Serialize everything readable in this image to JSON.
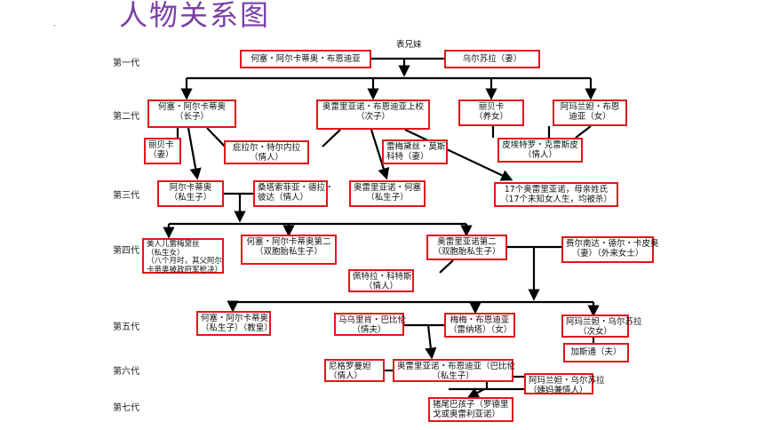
{
  "title": "人物关系图",
  "marker": ".",
  "top_note": "表兄妹",
  "generations": [
    "第一代",
    "第二代",
    "第三代",
    "第四代",
    "第五代",
    "第六代",
    "第七代"
  ],
  "people": {
    "g1_jose": [
      "何塞・阿尔卡蒂奥・布恩迪亚"
    ],
    "g1_ursula": [
      "乌尔苏拉（妻）"
    ],
    "g2_jose_arcadio": [
      "何塞・阿尔卡蒂奥",
      "（长子）"
    ],
    "g2_aureliano": [
      "奥雷里亚诺・布恩迪亚上校",
      "（次子）"
    ],
    "g2_rebeca": [
      "丽贝卡",
      "（养女）"
    ],
    "g2_amaranta": [
      "阿玛兰妲・布恩",
      "迪亚（女）"
    ],
    "g2_rebeca_wife": [
      "丽贝卡",
      "（妻）"
    ],
    "g2_pilar": [
      "庇拉尔・特尔内拉",
      "（情人）"
    ],
    "g2_remedios": [
      "雷梅黛丝・莫斯",
      "科特（妻）"
    ],
    "g2_pietro": [
      "皮埃特罗・克雷斯皮",
      "（情人）"
    ],
    "g3_arcadio": [
      "阿尔卡蒂奥",
      "（私生子）"
    ],
    "g3_santa_sofia": [
      "桑塔索菲亚・德拉・",
      "彼达（情人）"
    ],
    "g3_aureliano_jose": [
      "奥雷里亚诺・何塞",
      "（私生子）"
    ],
    "g3_17": [
      "17个奥雷里亚诺，母亲姓氏",
      "（17个未知女人生，均被杀）"
    ],
    "g4_remedios": [
      "美人儿雷梅黛丝",
      "（私生女）",
      "（八个月时，其父阿尔",
      "卡蒂奥被政府军枪决）"
    ],
    "g4_jose_ii": [
      "何塞・阿尔卡蒂奥第二",
      "（双胞胎私生子）"
    ],
    "g4_aureliano_ii": [
      "奥雷里亚诺第二",
      "（双胞胎私生子）"
    ],
    "g4_fernanda": [
      "费尔南达・德尔・卡皮奥",
      "（妻）（外来女士）"
    ],
    "g4_petra": [
      "佩特拉・科特斯",
      "（情人）"
    ],
    "g5_jose": [
      "何塞・阿尔卡蒂奥",
      "（私生子）（教皇）"
    ],
    "g5_mauricio": [
      "马乌里肖・巴比伦",
      "（情夫）"
    ],
    "g5_meme": [
      "梅梅・布恩迪亚",
      "（雷纳塔）（女）"
    ],
    "g5_amaranta_ursula": [
      "阿玛兰妲・乌尔苏拉",
      "（次女）"
    ],
    "g5_gaston": [
      "加斯通（夫）"
    ],
    "g6_nigromanta": [
      "尼格罗曼妲",
      "（情人）"
    ],
    "g6_aureliano": [
      "奥雷里亚诺・布恩迪亚（巴比伦",
      "（私生子）"
    ],
    "g6_amaranta_ursula": [
      "阿玛兰妲・乌尔苏拉",
      "（姨妈兼情人）"
    ],
    "g7_child": [
      "猪尾巴孩子（罗德里",
      "戈或奥雷利亚诺）"
    ]
  }
}
